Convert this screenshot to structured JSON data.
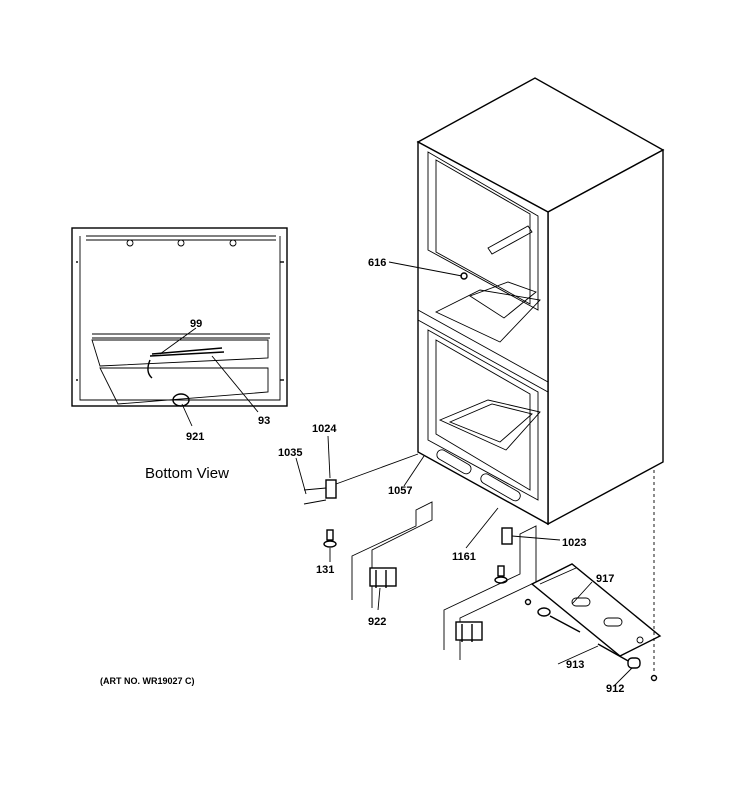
{
  "diagram": {
    "caption": "Bottom View",
    "art_number": "(ART NO. WR19027 C)",
    "parts": {
      "p99": "99",
      "p93": "93",
      "p921": "921",
      "p616": "616",
      "p1024": "1024",
      "p1035": "1035",
      "p1057": "1057",
      "p131": "131",
      "p922": "922",
      "p1161": "1161",
      "p1023": "1023",
      "p917": "917",
      "p913": "913",
      "p912": "912"
    }
  }
}
